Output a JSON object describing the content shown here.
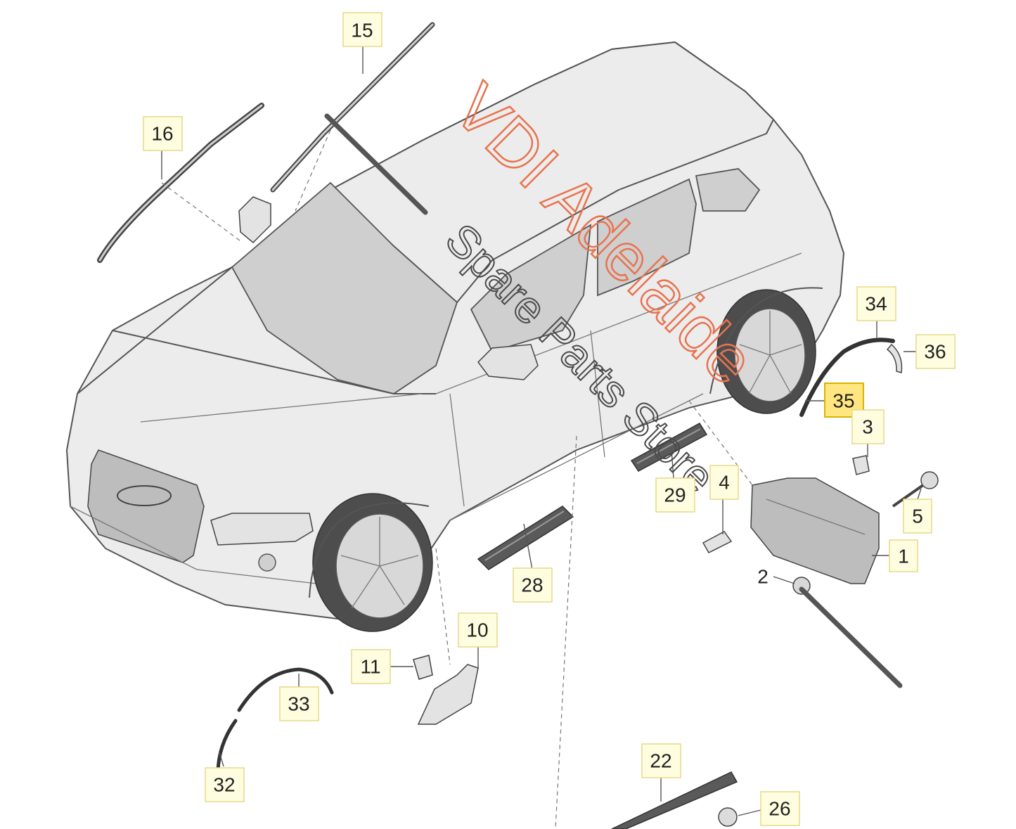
{
  "callouts": [
    {
      "id": "1",
      "label": "1"
    },
    {
      "id": "2",
      "label": "2"
    },
    {
      "id": "3",
      "label": "3"
    },
    {
      "id": "4",
      "label": "4"
    },
    {
      "id": "5",
      "label": "5"
    },
    {
      "id": "10",
      "label": "10"
    },
    {
      "id": "11",
      "label": "11"
    },
    {
      "id": "15",
      "label": "15"
    },
    {
      "id": "16",
      "label": "16"
    },
    {
      "id": "22",
      "label": "22"
    },
    {
      "id": "26",
      "label": "26"
    },
    {
      "id": "28",
      "label": "28"
    },
    {
      "id": "29",
      "label": "29"
    },
    {
      "id": "32",
      "label": "32"
    },
    {
      "id": "33",
      "label": "33"
    },
    {
      "id": "34",
      "label": "34"
    },
    {
      "id": "35",
      "label": "35",
      "highlighted": true
    },
    {
      "id": "36",
      "label": "36"
    }
  ],
  "watermark": {
    "brand": "VDI Adelaide",
    "tagline": "Spare Parts Store",
    "brand_color": "#e8734f",
    "tagline_color": "#4a4a4a"
  },
  "colors": {
    "callout_fill": "#fffde0",
    "callout_highlight_fill": "#ffe680",
    "line": "#555555"
  }
}
